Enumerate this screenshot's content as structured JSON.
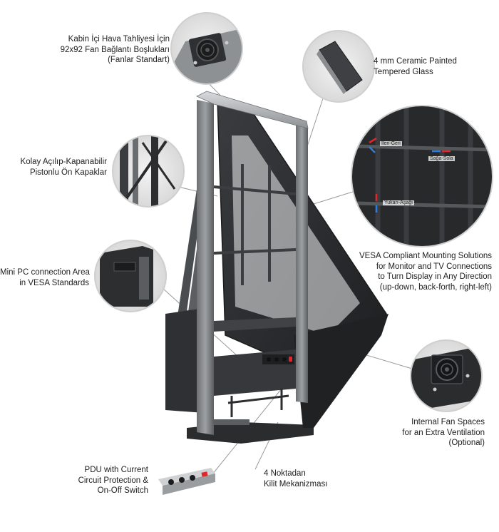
{
  "labels": {
    "fan_mount": [
      "Kabin İçi Hava Tahliyesi İçin",
      "92x92 Fan Bağlantı Boşlukları",
      "(Fanlar Standart)"
    ],
    "glass": [
      "4 mm Ceramic Painted",
      "Tempered Glass"
    ],
    "pistons": [
      "Kolay Açılıp-Kapanabilir",
      "Pistonlu Ön Kapaklar"
    ],
    "vesa": [
      "VESA Compliant Mounting Solutions",
      "for Monitor and TV Connections",
      "to Turn Display in Any Direction",
      "(up-down, back-forth, right-left)"
    ],
    "mini_pc": [
      "Mini PC connection Area",
      "in VESA Standards"
    ],
    "internal_fan": [
      "Internal Fan Spaces",
      "for an Extra Ventilation",
      "(Optional)"
    ],
    "pdu": [
      "PDU with Current",
      "Circuit Protection &",
      "On-Off Switch"
    ],
    "lock": [
      "4 Noktadan",
      "Kilit Mekanizması"
    ]
  },
  "callout_tags": {
    "back_forth": "İleri-Geri",
    "right_left": "Sağa-Sola",
    "up_down": "Yukarı-Aşağı"
  },
  "colors": {
    "frame": "#3a3d40",
    "frame_light": "#8a8d90",
    "glass": "#2b2d2f",
    "leader": "#9a9a9a",
    "callout_border": "#cfcfcf",
    "arrow_red": "#e0262b",
    "arrow_blue": "#2a7de1"
  }
}
